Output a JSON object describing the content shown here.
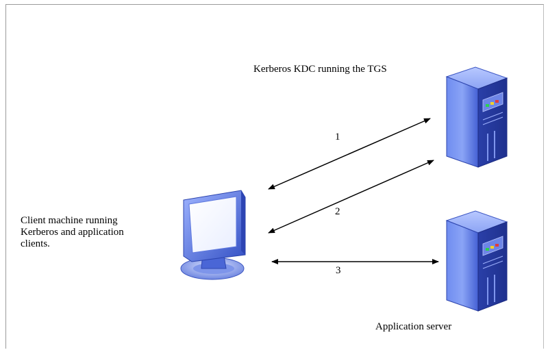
{
  "title": "Kerberos KDC running the TGS",
  "client_label_lines": [
    "Client machine running",
    "Kerberos and application",
    "clients."
  ],
  "server_label": "Application server",
  "arrows": [
    {
      "label": "1"
    },
    {
      "label": "2"
    },
    {
      "label": "3"
    }
  ],
  "icons": [
    "monitor-icon",
    "server-icon",
    "server-icon"
  ],
  "colors": {
    "line": "#000000",
    "frame": "#9a9a9a",
    "server_body": "#3b56c8",
    "monitor_body": "#3f5fd0"
  }
}
